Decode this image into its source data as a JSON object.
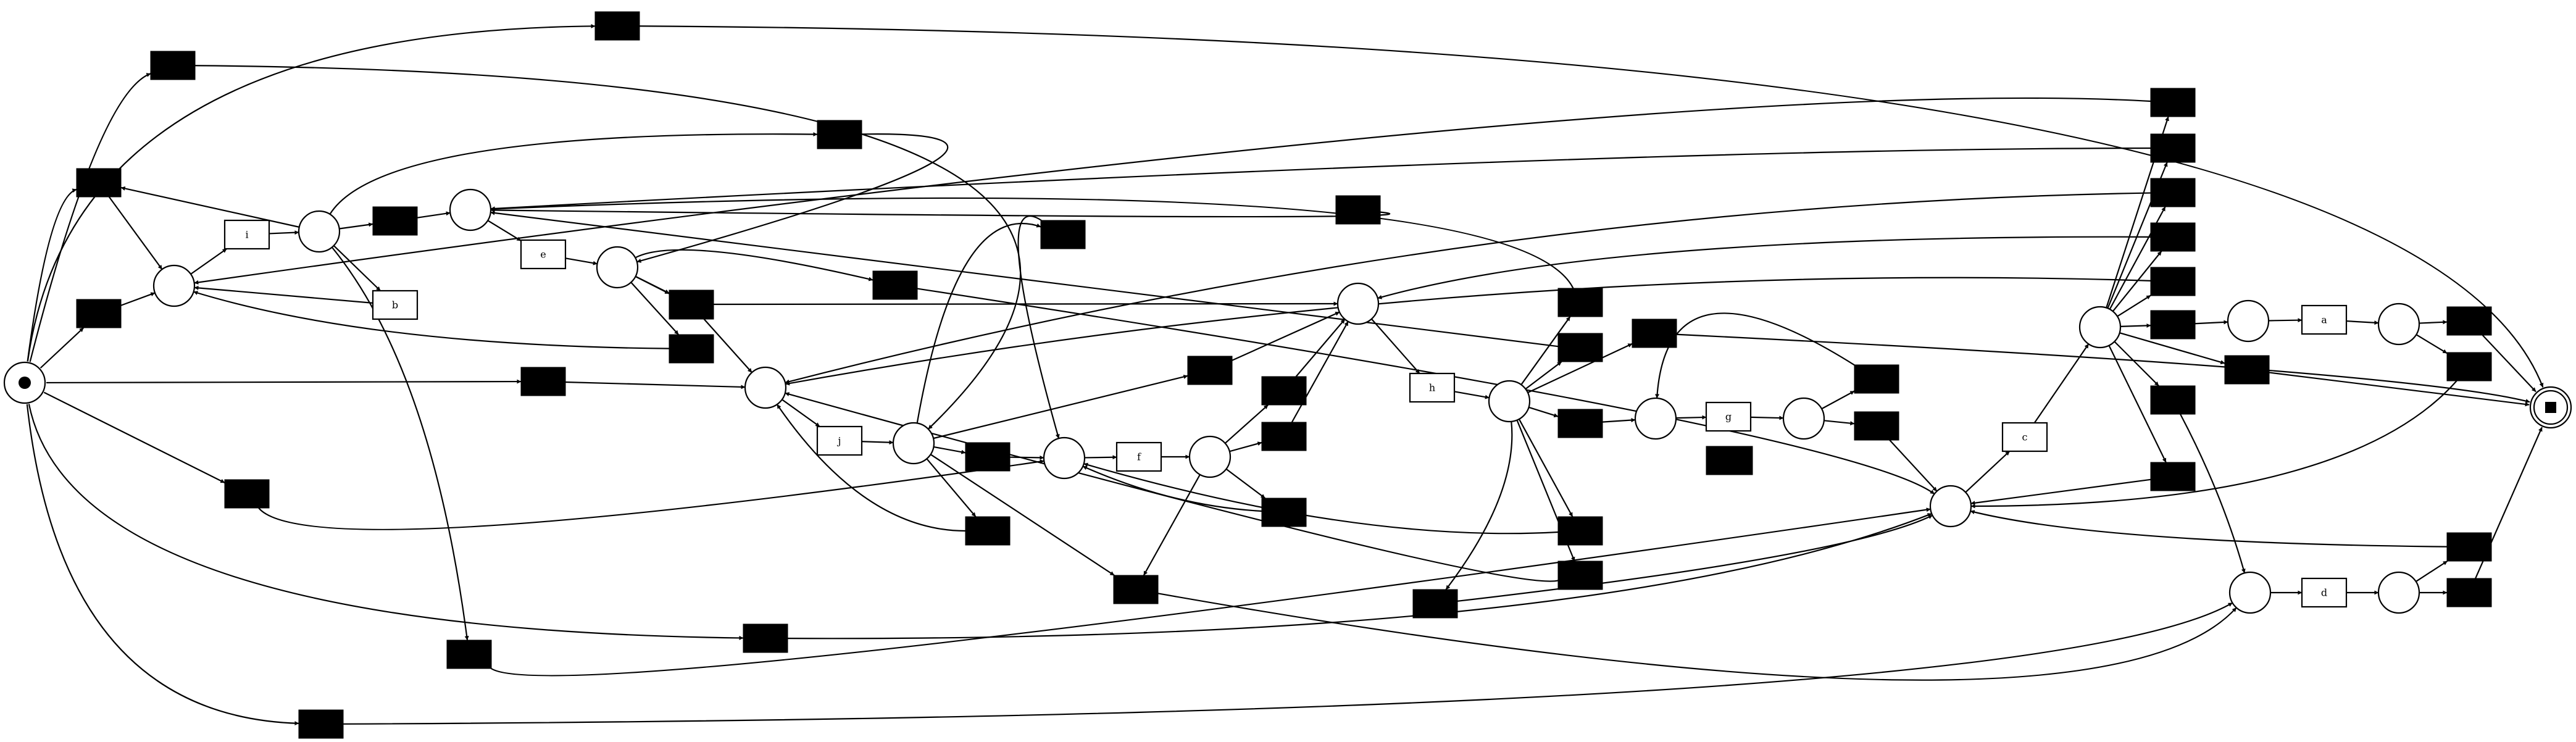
{
  "diagram": {
    "type": "petri-net",
    "transition_labels": {
      "i": "i",
      "b": "b",
      "e": "e",
      "j": "j",
      "f": "f",
      "h": "h",
      "g": "g",
      "c": "c",
      "a": "a",
      "d": "d"
    }
  },
  "colors": {
    "stroke": "#000000",
    "background": "#ffffff",
    "silent": "#000000"
  }
}
